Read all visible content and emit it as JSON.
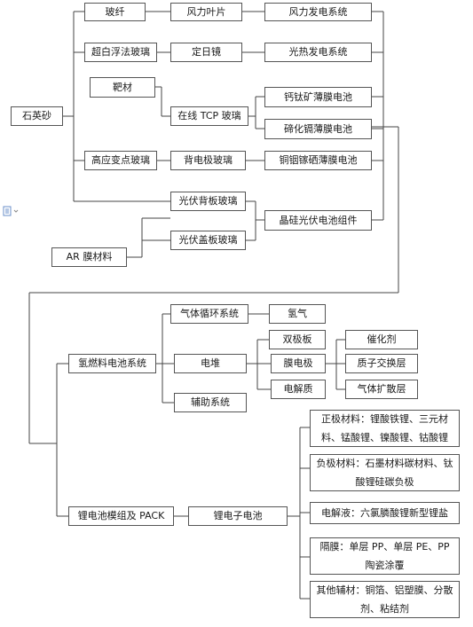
{
  "nodes": {
    "shiyingsha": "石英砂",
    "boxian": "玻纤",
    "fengli_yepian": "风力叶片",
    "fengli_fadian": "风力发电系统",
    "chaobai_boli": "超白浮法玻璃",
    "dingrijing": "定日镜",
    "guangre_fadian": "光热发电系统",
    "bacai": "靶材",
    "zaixian_tcp": "在线 TCP 玻璃",
    "gaitaikuang": "钙钛矿薄膜电池",
    "tehuage": "碲化镉薄膜电池",
    "gaoyingbian_boli": "高应变点玻璃",
    "beidianji_boli": "背电极玻璃",
    "tongyinjiaxi": "铜铟镓硒薄膜电池",
    "guangfu_beiban": "光伏背板玻璃",
    "jinggui_zujian": "晶硅光伏电池组件",
    "guangfu_gaiban": "光伏盖板玻璃",
    "ar_mo": "AR 膜材料",
    "qiti_xunhuan": "气体循环系统",
    "qingqi": "氢气",
    "shuangjiban": "双极板",
    "cuihuaji": "催化剂",
    "qingranliao": "氢燃料电池系统",
    "diandui": "电堆",
    "modianji": "膜电极",
    "zhizi_jiaohuan": "质子交换层",
    "dianjiezhi": "电解质",
    "qiti_kuosan": "气体扩散层",
    "fuzhu_xitong": "辅助系统",
    "zhengji": "正极材料：锂酸铁锂、三元材料、锰酸锂、镍酸锂、钴酸锂",
    "fuji": "负极材料：石墨材料碳材料、钛酸锂硅碳负极",
    "litdianchi_mozu": "锂电池模组及 PACK",
    "lidianzi": "锂电子电池",
    "dianjieye": "电解液：六氯膦酸锂新型锂盐",
    "gemo": "隔膜：单层 PP、单层 PE、PP陶瓷涂覆",
    "qita_fucai": "其他辅材：铜箔、铝塑膜、分散剂、粘结剂"
  },
  "colors": {
    "line": "#444444",
    "border": "#555555",
    "icon": "#6a8fc8"
  },
  "icons": {
    "margin_doc": "doc-icon"
  }
}
